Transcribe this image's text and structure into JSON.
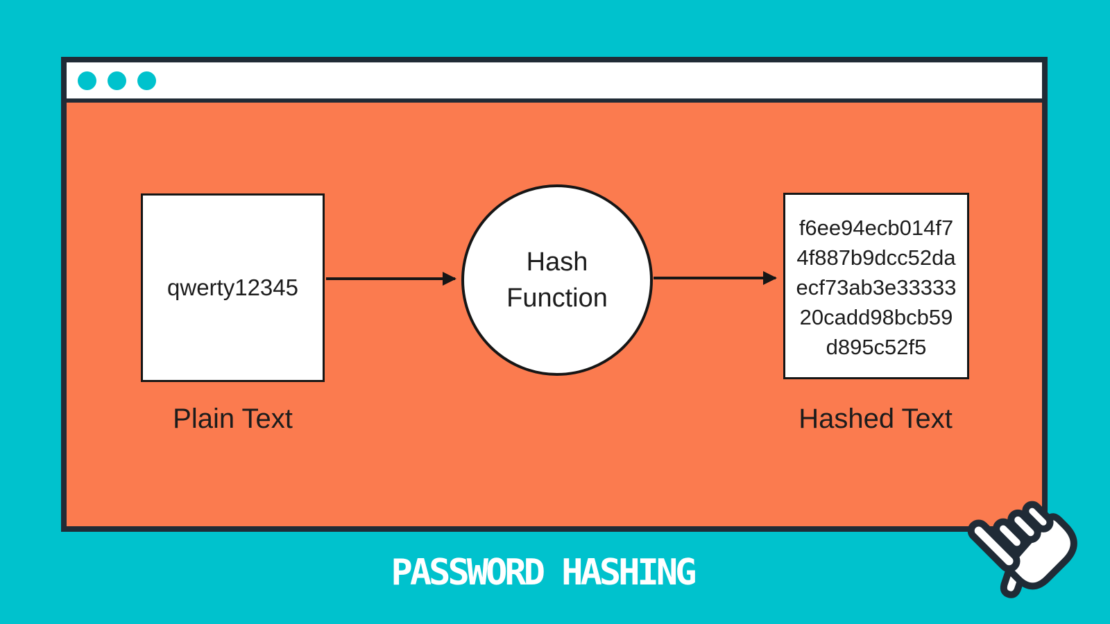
{
  "title": "PASSWORD HASHING",
  "window": {
    "type": "browser-mockup",
    "controls_count": 3
  },
  "diagram": {
    "plain_text": {
      "value": "qwerty12345",
      "label": "Plain Text"
    },
    "hash_function": {
      "line1": "Hash",
      "line2": "Function"
    },
    "hashed_text": {
      "label": "Hashed Text",
      "lines": [
        "f6ee94ecb014f7",
        "4f887b9dcc52da",
        "ecf73ab3e33333",
        "20cadd98bcb59",
        "d895c52f5"
      ],
      "full": "f6ee94ecb014f74f887b9dcc52daecf73ab3e3333320cadd98bcb59d895c52f5"
    },
    "icons": [
      "window-dot-icon",
      "hand-cursor-icon",
      "arrow-right-icon"
    ]
  },
  "colors": {
    "background": "#00C2CD",
    "window_body": "#FB7B4F",
    "window_frame": "#202B36",
    "titlebar": "#FFFFFF",
    "titlebar_dots": "#00C2CD",
    "node_fill": "#FFFFFF",
    "node_border": "#161616",
    "text": "#1C1C1C",
    "title_text": "#FFFFFF"
  }
}
